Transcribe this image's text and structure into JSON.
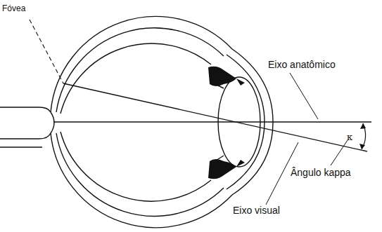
{
  "diagram": {
    "labels": [
      "Fóvea",
      "Eixo anatômico",
      "κ",
      "Ângulo kappa",
      "Eixo visual"
    ]
  }
}
